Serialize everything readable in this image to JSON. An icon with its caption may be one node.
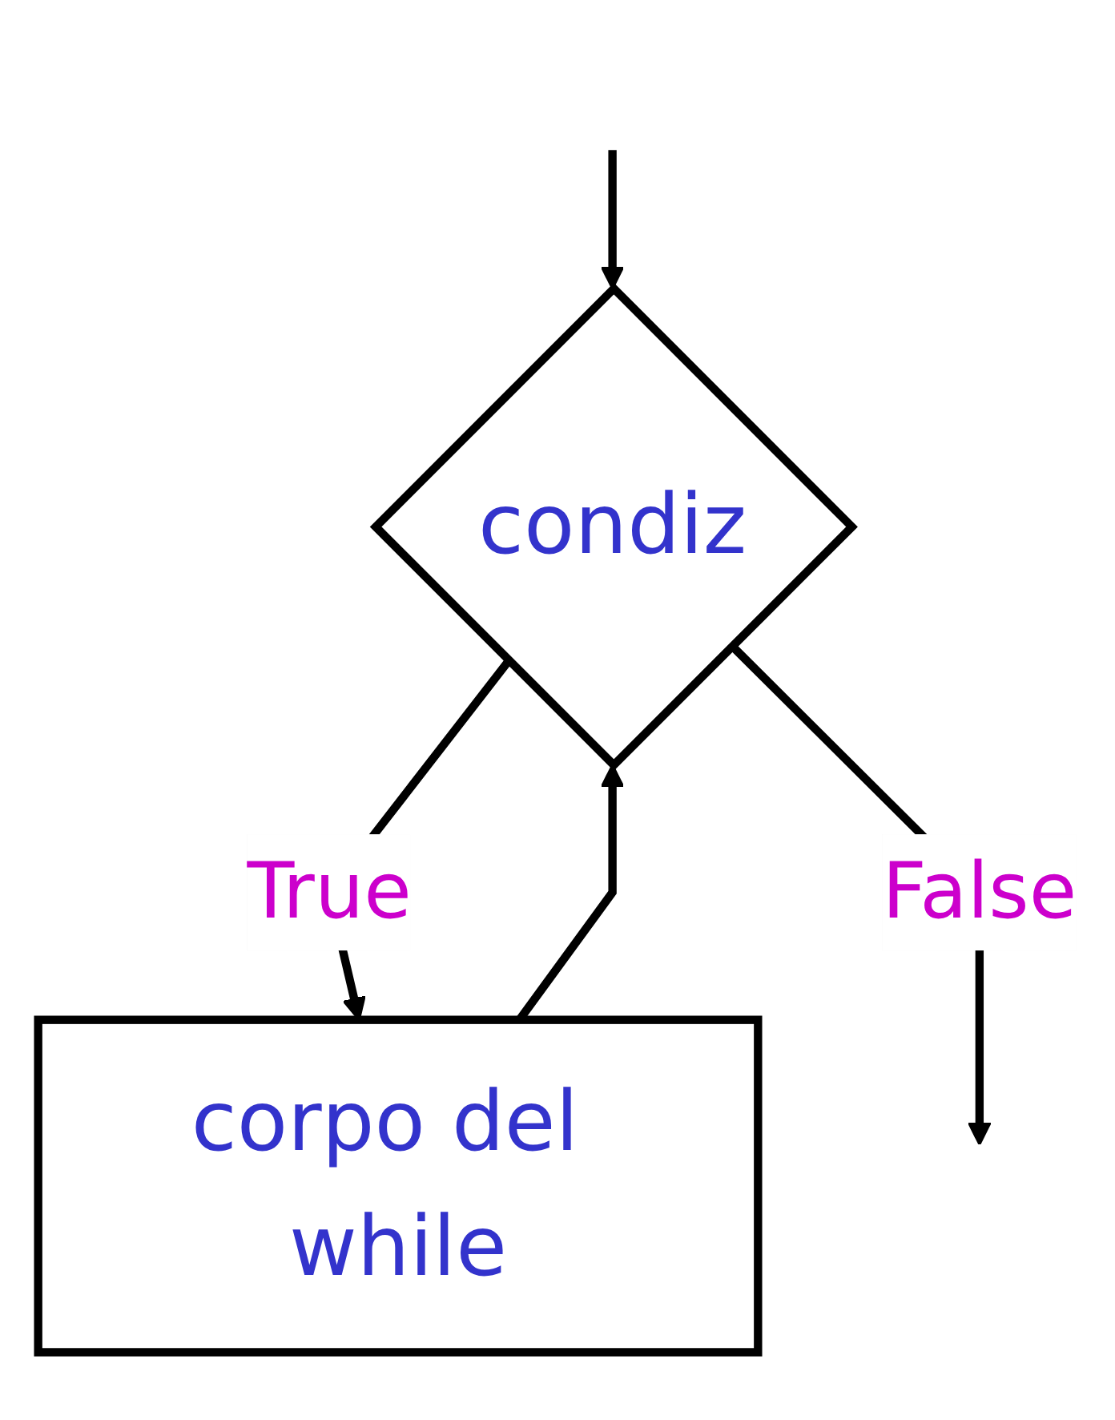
{
  "diagram": {
    "nodes": [
      {
        "text": [
          "condiz"
        ]
      },
      {
        "text": [
          "corpo del while"
        ]
      }
    ],
    "edges": [
      {
        "from": null,
        "to": 0,
        "arrow": "to"
      },
      {
        "from": 0,
        "to": 1,
        "label": "True",
        "arrow": "to"
      },
      {
        "from": 1,
        "to": 0,
        "arrow": "to"
      },
      {
        "from": 0,
        "to": null,
        "label": "False",
        "arrow": "to"
      }
    ]
  }
}
